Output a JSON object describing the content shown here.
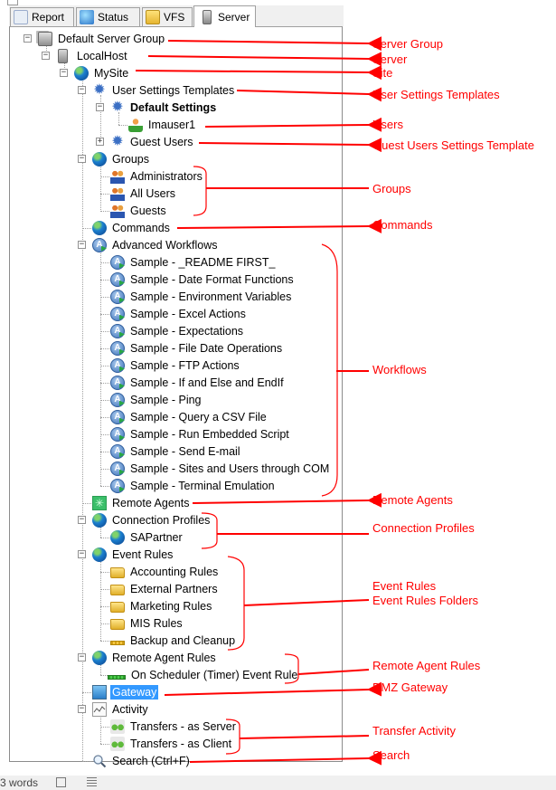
{
  "tabs": [
    {
      "label": "Report",
      "icon": "report-icon"
    },
    {
      "label": "Status",
      "icon": "status-icon"
    },
    {
      "label": "VFS",
      "icon": "vfs-icon"
    },
    {
      "label": "Server",
      "icon": "server-icon",
      "active": true
    }
  ],
  "tree": {
    "server_group": "Default Server Group",
    "server": "LocalHost",
    "site": "MySite",
    "user_settings_templates": "User Settings Templates",
    "default_settings": "Default Settings",
    "user": "Imauser1",
    "guest_users": "Guest Users",
    "groups": "Groups",
    "group_items": [
      "Administrators",
      "All Users",
      "Guests"
    ],
    "commands": "Commands",
    "advanced_workflows": "Advanced Workflows",
    "workflow_items": [
      "Sample - _README FIRST_",
      "Sample - Date Format Functions",
      "Sample - Environment Variables",
      "Sample - Excel Actions",
      "Sample - Expectations",
      "Sample - File Date Operations",
      "Sample - FTP Actions",
      "Sample - If and Else and EndIf",
      "Sample - Ping",
      "Sample - Query a CSV File",
      "Sample - Run Embedded Script",
      "Sample - Send E-mail",
      "Sample - Sites and Users through COM",
      "Sample - Terminal Emulation"
    ],
    "remote_agents": "Remote Agents",
    "connection_profiles": "Connection Profiles",
    "connection_profile_items": [
      "SAPartner"
    ],
    "event_rules": "Event Rules",
    "event_rule_folders": [
      "Accounting Rules",
      "External Partners",
      "Marketing Rules",
      "MIS Rules"
    ],
    "event_rule_items": [
      "Backup and Cleanup"
    ],
    "remote_agent_rules": "Remote Agent Rules",
    "remote_agent_rule_items": [
      "On Scheduler (Timer) Event Rule"
    ],
    "gateway": "Gateway",
    "activity": "Activity",
    "activity_items": [
      "Transfers - as Server",
      "Transfers - as Client"
    ],
    "search": "Search (Ctrl+F)"
  },
  "annotations": {
    "server_group": "Server Group",
    "server": "Server",
    "site": "Site",
    "user_settings_templates": "User Settings Templates",
    "users": "Users",
    "guest_users_template": "Guest Users Settings Template",
    "groups": "Groups",
    "commands": "Commands",
    "workflows": "Workflows",
    "remote_agents": "Remote Agents",
    "connection_profiles": "Connection Profiles",
    "event_rules": "Event Rules",
    "event_rules_folders": "Event Rules Folders",
    "remote_agent_rules": "Remote Agent Rules",
    "dmz_gateway": "DMZ Gateway",
    "transfer_activity": "Transfer Activity",
    "search": "Search"
  },
  "status_bar": {
    "word_count": "3 words"
  },
  "colors": {
    "annotation": "#ff0000",
    "selection": "#3399ff"
  }
}
